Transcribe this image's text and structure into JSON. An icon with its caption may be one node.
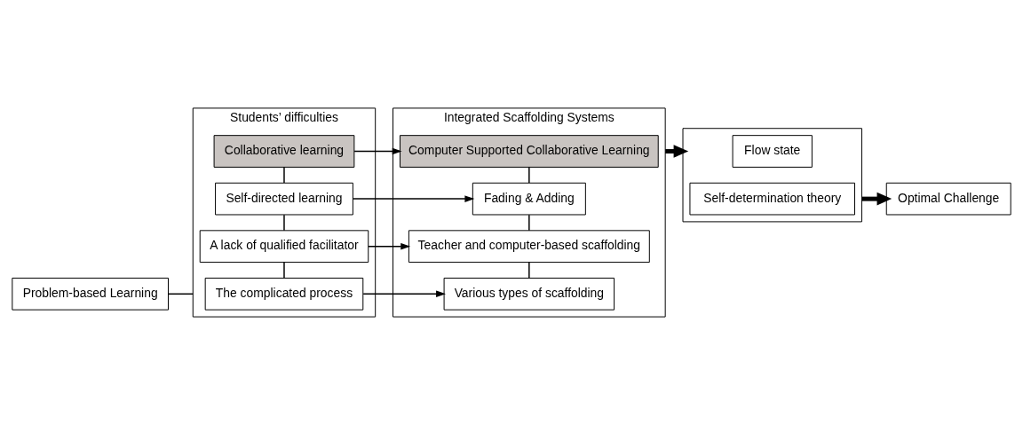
{
  "diagram": {
    "nodes": [
      {
        "text": [
          "Problem-based Learning"
        ]
      },
      {
        "text": [
          "Students’ difficulties"
        ]
      },
      {
        "text": [
          "The complicated process"
        ],
        "in": 1
      },
      {
        "text": [
          "A lack of qualified facilitator"
        ],
        "in": 1
      },
      {
        "text": [
          "Self-directed learning"
        ],
        "in": 1
      },
      {
        "text": [
          "Collaborative learning"
        ],
        "in": 1
      },
      {
        "text": [
          "Integrated Scaffolding Systems"
        ]
      },
      {
        "text": [
          "Various types of scaffolding"
        ],
        "in": 6
      },
      {
        "text": [
          "Teacher and computer-based scaffolding"
        ],
        "in": 6
      },
      {
        "text": [
          "Fading & Adding"
        ],
        "in": 6
      },
      {
        "text": [
          "Computer Supported Collaborative Learning"
        ],
        "in": 6
      },
      {
        "text": [],
        "shape": "box"
      },
      {
        "text": [
          "Flow state"
        ],
        "in": 11
      },
      {
        "text": [
          "Self-determination theory"
        ],
        "in": 11
      },
      {
        "text": [
          "Optimal Challenge"
        ]
      }
    ],
    "edges": [
      {
        "from": 0,
        "to": 1,
        "arrow": "none"
      },
      {
        "from": 2,
        "to": 3,
        "arrow": "none"
      },
      {
        "from": 3,
        "to": 4,
        "arrow": "none"
      },
      {
        "from": 4,
        "to": 5,
        "arrow": "none"
      },
      {
        "from": 7,
        "to": 8,
        "arrow": "none"
      },
      {
        "from": 8,
        "to": 9,
        "arrow": "none"
      },
      {
        "from": 9,
        "to": 10,
        "arrow": "none"
      },
      {
        "from": 2,
        "to": 7,
        "arrow": "to"
      },
      {
        "from": 3,
        "to": 8,
        "arrow": "to"
      },
      {
        "from": 4,
        "to": 9,
        "arrow": "to"
      },
      {
        "from": 5,
        "to": 10,
        "arrow": "to"
      },
      {
        "from": 6,
        "to": 11,
        "arrow": "to",
        "style": "thick"
      },
      {
        "from": 11,
        "to": 14,
        "arrow": "to",
        "style": "thick"
      }
    ]
  }
}
